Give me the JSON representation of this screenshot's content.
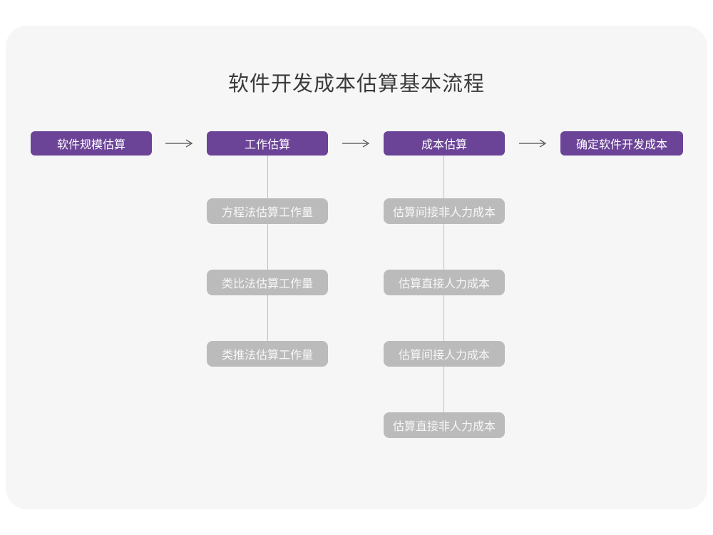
{
  "title": "软件开发成本估算基本流程",
  "colors": {
    "page_bg": "#ffffff",
    "card_bg": "#f6f6f7",
    "stage_bg": "#6b4397",
    "stage_text": "#ffffff",
    "sub_box_bg": "#bbbbbb",
    "sub_box_text": "#f7f7f7",
    "connector_line": "#c0c0c0",
    "arrow": "#4d4d4d",
    "title_text": "#3b3b3b"
  },
  "flow": {
    "stages": [
      {
        "label": "软件规模估算",
        "children": []
      },
      {
        "label": "工作估算",
        "children": [
          "方程法估算工作量",
          "类比法估算工作量",
          "类推法估算工作量"
        ]
      },
      {
        "label": "成本估算",
        "children": [
          "估算间接非人力成本",
          "估算直接人力成本",
          "估算间接人力成本",
          "估算直接非人力成本"
        ]
      },
      {
        "label": "确定软件开发成本",
        "children": []
      }
    ]
  }
}
